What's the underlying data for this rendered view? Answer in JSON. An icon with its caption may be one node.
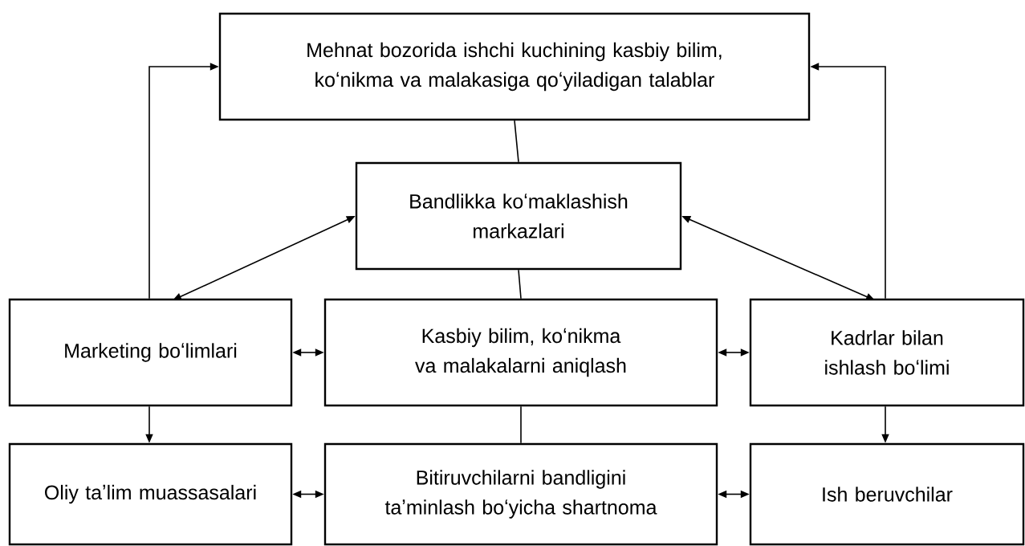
{
  "diagram": {
    "nodes": [
      {
        "text": [
          "Mehnat bozorida ishchi kuchining kasbiy bilim, koʻnikma va malakasiga qoʻyiladigan talablar"
        ]
      },
      {
        "text": [
          "Bandlikka koʻmaklashish markazlari"
        ]
      },
      {
        "text": [
          "Marketing boʻlimlari"
        ]
      },
      {
        "text": [
          "Kasbiy bilim, koʻnikma va malakalarni aniqlash"
        ]
      },
      {
        "text": [
          "Kadrlar bilan ishlash boʻlimi"
        ]
      },
      {
        "text": [
          "Oliy taʼlim muassasalari"
        ]
      },
      {
        "text": [
          "Bitiruvchilarni bandligini taʼminlash boʻyicha shartnoma"
        ]
      },
      {
        "text": [
          "Ish beruvchilar"
        ]
      }
    ],
    "edges": [
      {
        "from": 0,
        "to": 1,
        "arrow": "none"
      },
      {
        "from": 2,
        "to": 0,
        "arrow": "to"
      },
      {
        "from": 4,
        "to": 0,
        "arrow": "to"
      },
      {
        "from": 1,
        "to": 2,
        "arrow": "both"
      },
      {
        "from": 1,
        "to": 4,
        "arrow": "both"
      },
      {
        "from": 1,
        "to": 3,
        "arrow": "none"
      },
      {
        "from": 2,
        "to": 3,
        "arrow": "both"
      },
      {
        "from": 3,
        "to": 4,
        "arrow": "both"
      },
      {
        "from": 2,
        "to": 5,
        "arrow": "to"
      },
      {
        "from": 4,
        "to": 7,
        "arrow": "to"
      },
      {
        "from": 3,
        "to": 6,
        "arrow": "none"
      },
      {
        "from": 5,
        "to": 6,
        "arrow": "both"
      },
      {
        "from": 6,
        "to": 7,
        "arrow": "both"
      }
    ]
  }
}
